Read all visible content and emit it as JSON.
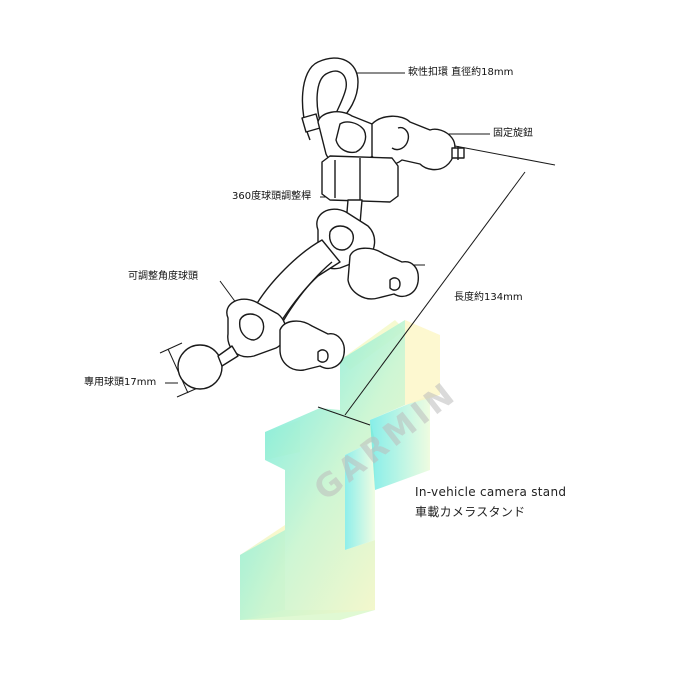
{
  "callouts": {
    "strap": "軟性扣環 直徑約18mm",
    "knob": "固定旋鈕",
    "ball360": "360度球頭調整桿",
    "adjustable": "可調整角度球頭",
    "length": "長度約134mm",
    "ball17": "專用球頭17mm"
  },
  "caption": {
    "english": "In-vehicle camera stand",
    "japanese": "車載カメラスタンド"
  },
  "watermark": {
    "text": "GARMIN",
    "color": "#bdbdbd"
  },
  "colors": {
    "line": "#1a1a1a",
    "part_fill": "#ffffff",
    "logo_cyan": "#5ee8e2",
    "logo_yellow": "#fdf7c2",
    "logo_green": "#c7f0b5"
  },
  "icons": [
    "mount-strap-icon",
    "ball-joint-icon",
    "knob-icon",
    "logo-block-icon"
  ]
}
